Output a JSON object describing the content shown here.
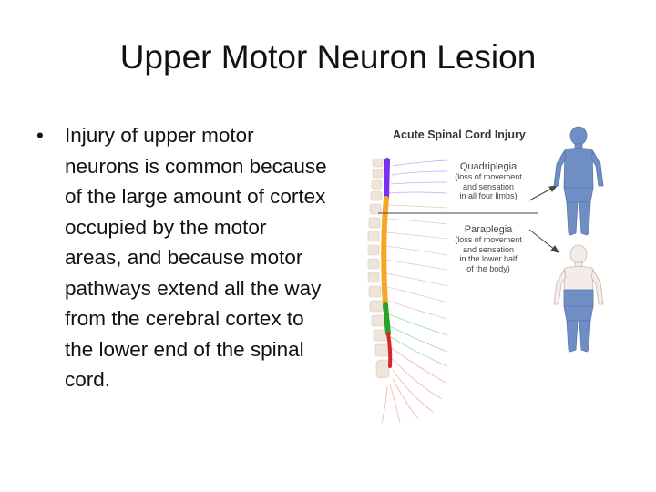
{
  "slide": {
    "title": "Upper Motor Neuron Lesion",
    "bullet_symbol": "•",
    "bullet": "Injury of upper motor neurons is common because of the large amount of cortex occupied by the motor areas, and because motor pathways extend all the way from the cerebral cortex to the lower end of the spinal cord."
  },
  "figure": {
    "title": "Acute Spinal Cord Injury",
    "quadriplegia": {
      "heading": "Quadriplegia",
      "lines": [
        "(loss of movement",
        "and sensation",
        "in all four limbs)"
      ]
    },
    "paraplegia": {
      "heading": "Paraplegia",
      "lines": [
        "(loss of movement",
        "and sensation",
        "in the lower half",
        "of the body)"
      ]
    },
    "colors": {
      "cervical": "#7b2ff0",
      "thoracic": "#f6a623",
      "lumbar": "#2ca02c",
      "sacral": "#d62728",
      "body_affected": "#6f8fc4",
      "body_unaffected": "#f4ece8"
    }
  }
}
